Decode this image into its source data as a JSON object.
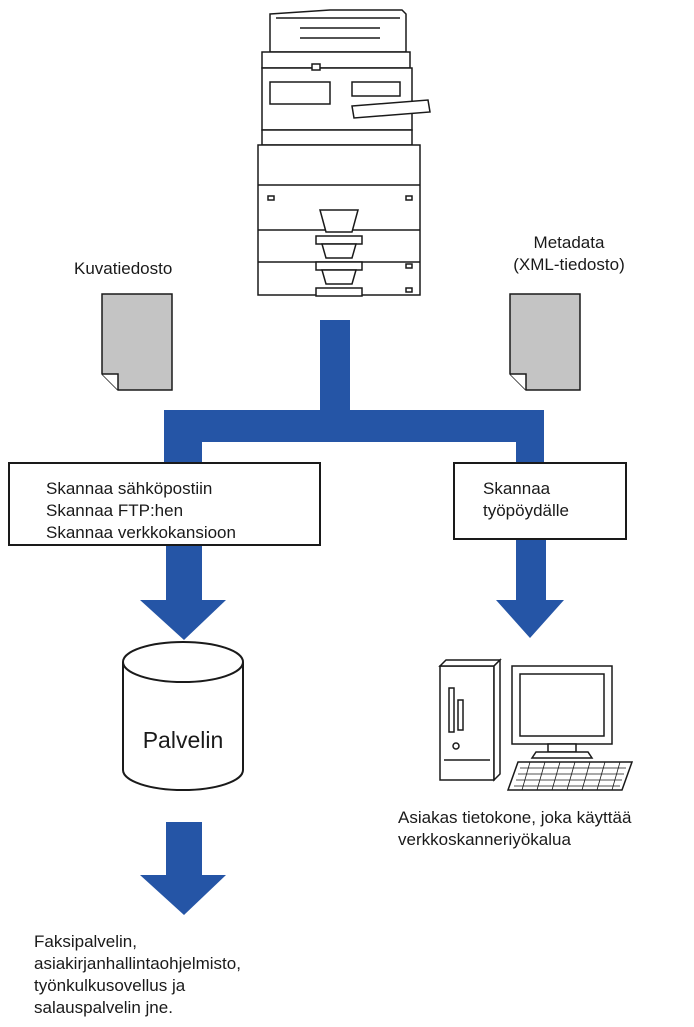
{
  "diagram": {
    "file_labels": {
      "image_file": "Kuvatiedosto",
      "metadata_line1": "Metadata",
      "metadata_line2": "(XML-tiedosto)"
    },
    "left_box": {
      "lines": [
        "Skannaa sähköpostiin",
        "Skannaa FTP:hen",
        "Skannaa verkkokansioon"
      ]
    },
    "right_box": {
      "lines": [
        "Skannaa",
        "työpöydälle"
      ]
    },
    "server": {
      "label": "Palvelin"
    },
    "client": {
      "caption_line1": "Asiakas tietokone, joka käyttää",
      "caption_line2": "verkkoskanneriyökalua"
    },
    "destinations": {
      "lines": [
        "Faksipalvelin,",
        "asiakirjanhallintaohjelmisto,",
        "työnkulkusovellus ja",
        "salauspalvelin jne."
      ]
    },
    "colors": {
      "flow": "#2555a6",
      "doc_fill": "#c4c4c4",
      "stroke": "#1a1a1a"
    }
  }
}
